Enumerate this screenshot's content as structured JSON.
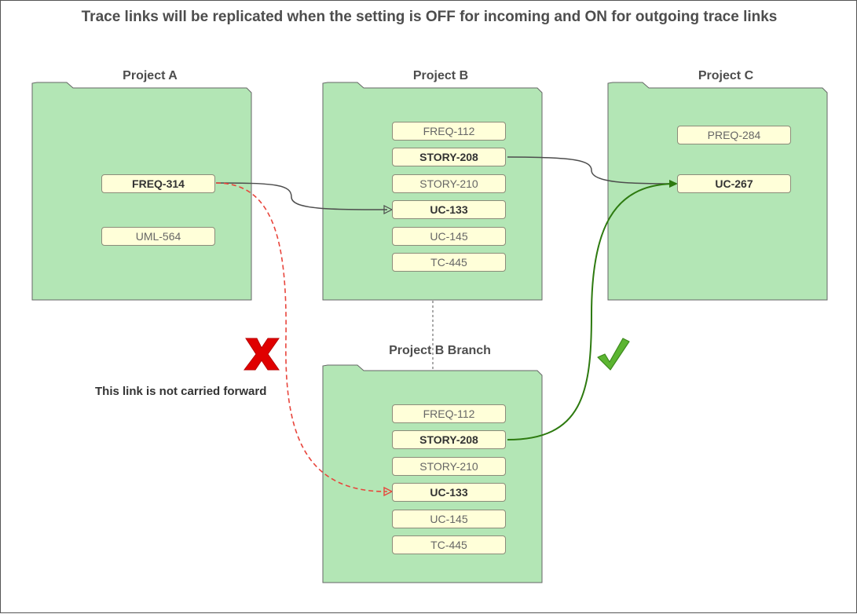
{
  "title": "Trace links will be replicated when the setting is OFF for incoming and ON for outgoing trace links",
  "projects": {
    "a": {
      "label": "Project A",
      "items": [
        "FREQ-314",
        "UML-564"
      ]
    },
    "b": {
      "label": "Project B",
      "items": [
        "FREQ-112",
        "STORY-208",
        "STORY-210",
        "UC-133",
        "UC-145",
        "TC-445"
      ]
    },
    "c": {
      "label": "Project C",
      "items": [
        "PREQ-284",
        "UC-267"
      ]
    },
    "branch": {
      "label": "Project B Branch",
      "items": [
        "FREQ-112",
        "STORY-208",
        "STORY-210",
        "UC-133",
        "UC-145",
        "TC-445"
      ]
    }
  },
  "note": "This link is not carried forward",
  "colors": {
    "folder_fill": "#b3e6b5",
    "folder_stroke": "#666666",
    "item_fill": "#ffffd9",
    "link_normal": "#4d4d4d",
    "link_dropped": "#e8453c",
    "link_carried": "#2d7a0f",
    "x_mark": "#e00000",
    "check_mark": "#4fa82a"
  },
  "icons": {
    "not_carried": "x-mark-icon",
    "carried": "check-mark-icon"
  }
}
